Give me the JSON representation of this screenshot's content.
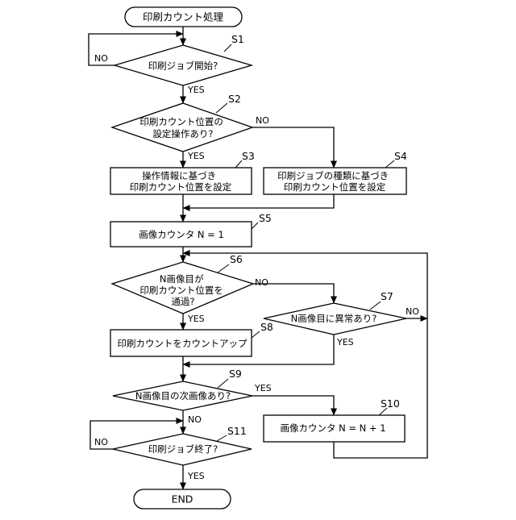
{
  "start": "印刷カウント処理",
  "end": "END",
  "steps": {
    "s1": {
      "id": "S1",
      "lines": [
        "印刷ジョブ開始?"
      ]
    },
    "s2": {
      "id": "S2",
      "lines": [
        "印刷カウント位置の",
        "設定操作あり?"
      ]
    },
    "s3": {
      "id": "S3",
      "lines": [
        "操作情報に基づき",
        "印刷カウント位置を設定"
      ]
    },
    "s4": {
      "id": "S4",
      "lines": [
        "印刷ジョブの種類に基づき",
        "印刷カウント位置を設定"
      ]
    },
    "s5": {
      "id": "S5",
      "lines": [
        "画像カウンタ N = 1"
      ]
    },
    "s6": {
      "id": "S6",
      "lines": [
        "N画像目が",
        "印刷カウント位置を",
        "通過?"
      ]
    },
    "s7": {
      "id": "S7",
      "lines": [
        "N画像目に異常あり?"
      ]
    },
    "s8": {
      "id": "S8",
      "lines": [
        "印刷カウントをカウントアップ"
      ]
    },
    "s9": {
      "id": "S9",
      "lines": [
        "N画像目の次画像あり?"
      ]
    },
    "s10": {
      "id": "S10",
      "lines": [
        "画像カウンタ N = N + 1"
      ]
    },
    "s11": {
      "id": "S11",
      "lines": [
        "印刷ジョブ終了?"
      ]
    }
  },
  "branch_labels": {
    "yes": "YES",
    "no": "NO"
  }
}
